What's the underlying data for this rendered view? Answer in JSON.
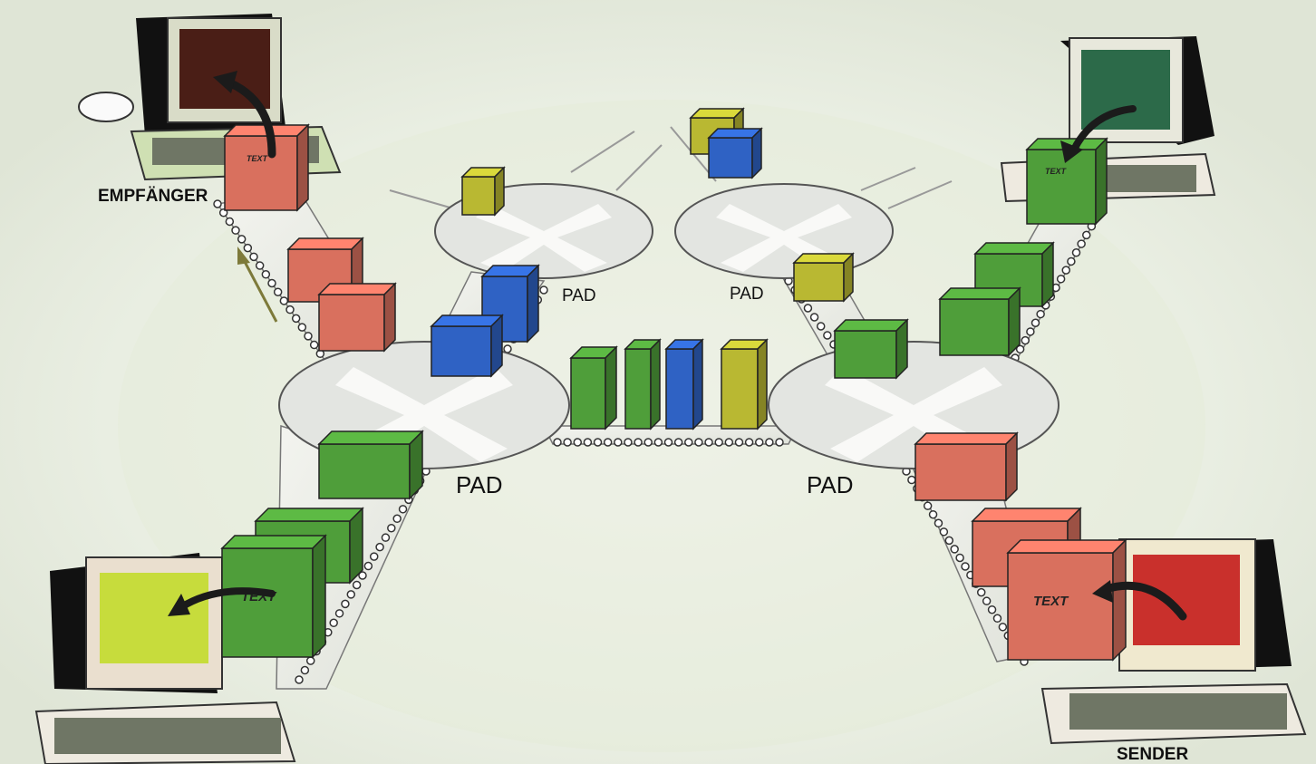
{
  "labels": {
    "receiver": "EMPFÄNGER",
    "sender": "SENDER",
    "pad": "PAD",
    "text": "TEXT"
  },
  "colors": {
    "red_packet": "#d9705e",
    "green_packet": "#4f9e3a",
    "blue_packet": "#2f62c4",
    "yellow_packet": "#b9b832",
    "pad_disc": "#e2e4e0",
    "background": "#eef0ea"
  },
  "icons": [
    "computer-terminal-icon",
    "keyboard-icon",
    "mouse-icon",
    "arrow-icon",
    "packet-icon"
  ]
}
